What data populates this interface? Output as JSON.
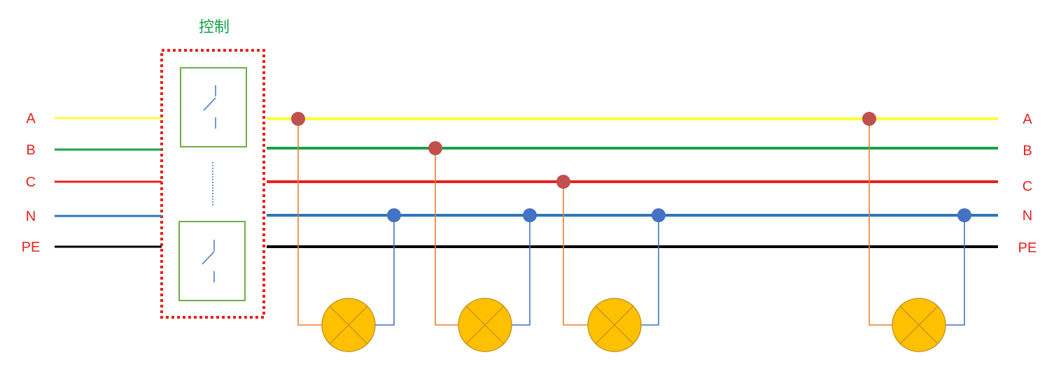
{
  "title": "控制",
  "colors": {
    "A": "#ffff33",
    "B": "#16a34a",
    "C": "#e8211d",
    "N": "#2e75b6",
    "PE": "#000000",
    "label": "#e8211d",
    "title": "#16a34a",
    "control_box_border": "#e8211d",
    "switch_box": "#70ad47",
    "phase_node": "#c0504d",
    "neutral_node": "#4472c4",
    "lamp_fill": "#ffc000",
    "lamp_stroke": "#c9961a",
    "phase_wire": "#ed7d31",
    "neutral_wire": "#4472c4"
  },
  "left_labels": [
    "A",
    "B",
    "C",
    "N",
    "PE"
  ],
  "right_labels": [
    "A",
    "B",
    "C",
    "N",
    "PE"
  ],
  "lamps": [
    {
      "id": "lamp-1",
      "phase": "A"
    },
    {
      "id": "lamp-2",
      "phase": "B"
    },
    {
      "id": "lamp-3",
      "phase": "C"
    },
    {
      "id": "lamp-4",
      "phase": "A"
    }
  ],
  "icons": {
    "switch": "contactor-switch-icon",
    "lamp": "lamp-icon"
  }
}
